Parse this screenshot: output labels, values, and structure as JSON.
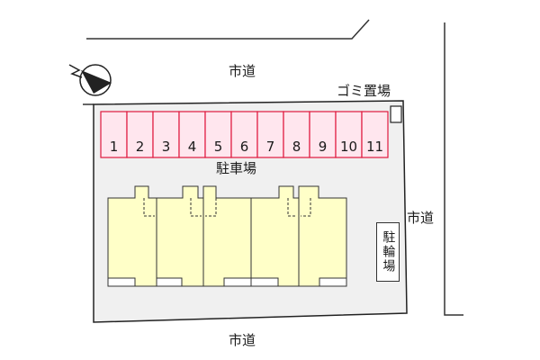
{
  "roads": {
    "top": "市道",
    "right": "市道",
    "bottom": "市道"
  },
  "garbage_area": "ゴミ置場",
  "parking_area": "駐車場",
  "bike_parking": "駐輪場",
  "parking_spaces": [
    "1",
    "2",
    "3",
    "4",
    "5",
    "6",
    "7",
    "8",
    "9",
    "10",
    "11"
  ],
  "north_arrow": "north-arrow-icon",
  "colors": {
    "site": "#f0f0f0",
    "parking": "#ffe6ee",
    "parking_border": "#e0183e",
    "building": "#ffffc8"
  }
}
